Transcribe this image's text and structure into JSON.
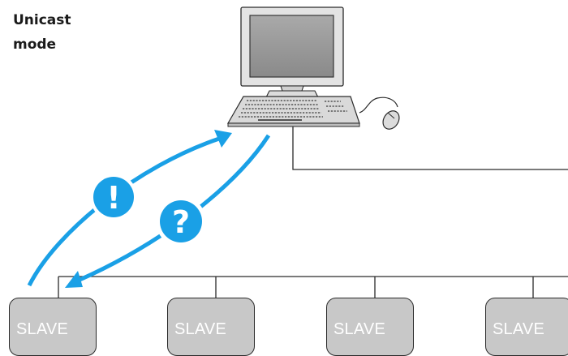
{
  "title": {
    "line1": "Unicast",
    "line2": "mode"
  },
  "badges": {
    "response_symbol": "!",
    "request_symbol": "?"
  },
  "slaves": [
    {
      "label": "SLAVE"
    },
    {
      "label": "SLAVE"
    },
    {
      "label": "SLAVE"
    },
    {
      "label": "SLAVE"
    }
  ],
  "colors": {
    "arrow": "#1aa0e6",
    "device_fill": "#d9d9d9",
    "outline": "#2a2a2a",
    "slave_fill": "#c8c8c8"
  },
  "icons": [
    "computer-monitor-icon",
    "keyboard-icon",
    "mouse-icon"
  ]
}
